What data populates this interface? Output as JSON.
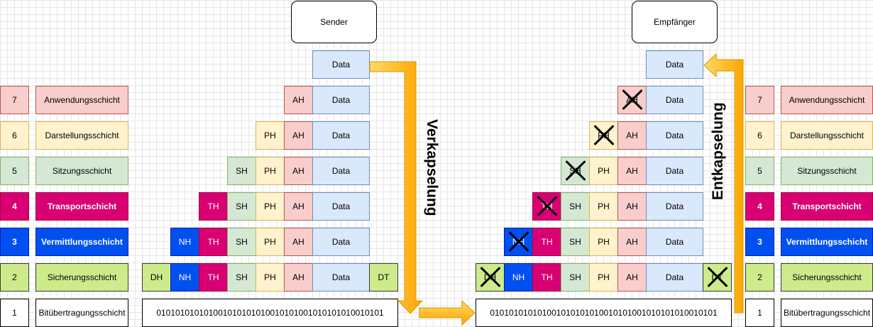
{
  "sender": "Sender",
  "receiver": "Empfänger",
  "encap_label": "Verkapselung",
  "decap_label": "Entkapselung",
  "data_label": "Data",
  "layers": [
    {
      "num": "7",
      "name": "Anwendungsschicht"
    },
    {
      "num": "6",
      "name": "Darstellungsschicht"
    },
    {
      "num": "5",
      "name": "Sitzungsschicht"
    },
    {
      "num": "4",
      "name": "Transportschicht"
    },
    {
      "num": "3",
      "name": "Vermittlungsschicht"
    },
    {
      "num": "2",
      "name": "Sicherungsschicht"
    },
    {
      "num": "1",
      "name": "Bitübertragungsschicht"
    }
  ],
  "headers": {
    "AH": "AH",
    "PH": "PH",
    "SH": "SH",
    "TH": "TH",
    "NH": "NH",
    "DH": "DH",
    "DT": "DT"
  },
  "bits": "010101010101001010101010010101001010101010010101",
  "colors": {
    "application": "#f8cecc",
    "presentation": "#fff2cc",
    "session": "#d5e8d4",
    "transport": "#d80073",
    "network": "#0050ef",
    "datalink": "#cdeb8b",
    "data": "#dae8fc",
    "arrow": "#ffcd28"
  }
}
